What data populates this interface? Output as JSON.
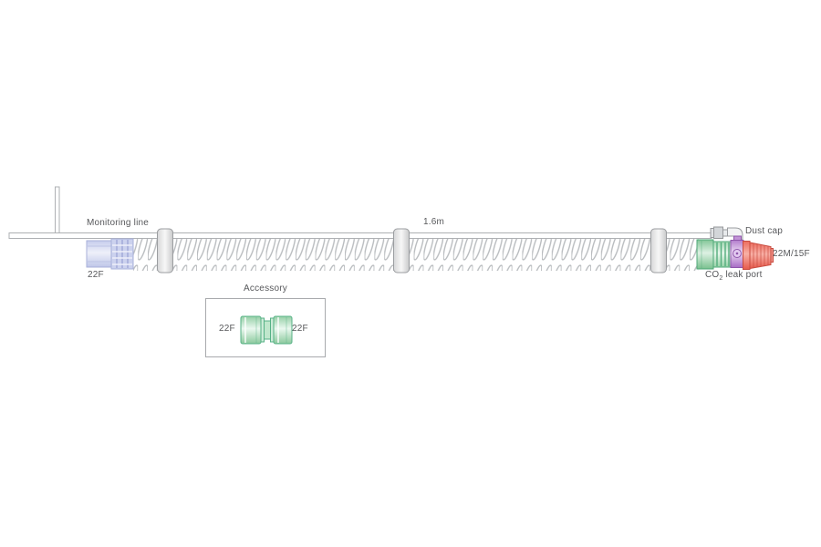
{
  "diagram": {
    "type": "breathing-circuit-product-diagram",
    "labels": {
      "monitoring_line": "Monitoring line",
      "tube_length": "1.6m",
      "dust_cap": "Dust cap",
      "right_connector_size": "22M/15F",
      "co2_prefix": "CO",
      "co2_sub": "2",
      "co2_suffix": " leak port",
      "left_connector_size": "22F",
      "accessory_title": "Accessory",
      "accessory_left_size": "22F",
      "accessory_right_size": "22F"
    },
    "colors": {
      "tube_coil_gray": "#b9bcbf",
      "clip_border_gray": "#9b9da0",
      "lavender_connector": "#a9b1da",
      "green_connector": "#4fa878",
      "purple_connector": "#8f56ab",
      "red_connector": "#c94c40",
      "label_text": "#57585b"
    }
  }
}
